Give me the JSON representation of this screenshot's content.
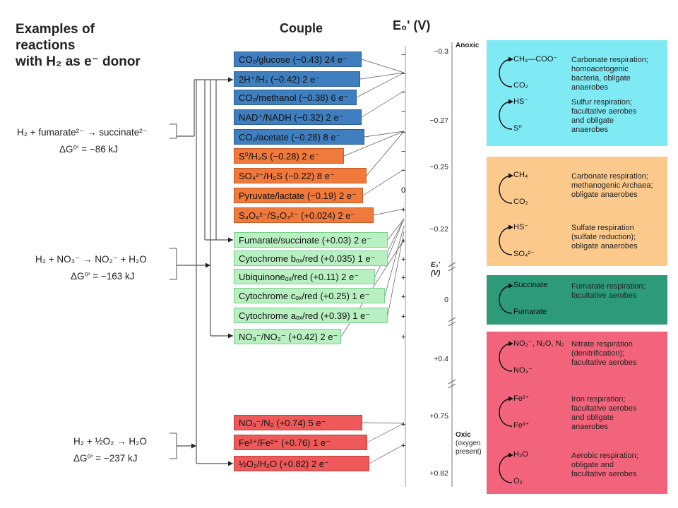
{
  "title": "Examples of\nreactions\nwith H₂ as e⁻ donor",
  "couple_header": "Couple",
  "e0_header": "E₀' (V)",
  "reactions": [
    {
      "eq": "H₂ + fumarate²⁻  →  succinate²⁻",
      "dg": "ΔG⁰' = −86 kJ"
    },
    {
      "eq": "H₂ + NO₃⁻  →  NO₂⁻ + H₂O",
      "dg": "ΔG⁰' = −163 kJ"
    },
    {
      "eq": "H₂ + ½O₂ → H₂O",
      "dg": "ΔG⁰' = −237 kJ"
    }
  ],
  "couples": [
    {
      "text": "CO₂/glucose (−0.43) 24 e⁻",
      "color": "blue"
    },
    {
      "text": "2H⁺/H₂ (−0.42) 2 e⁻",
      "color": "blue"
    },
    {
      "text": "CO₂/methanol (−0.38) 6 e⁻",
      "color": "blue"
    },
    {
      "text": "NAD⁺/NADH (−0.32) 2 e⁻",
      "color": "blue"
    },
    {
      "text": "CO₂/acetate (−0.28) 8 e⁻",
      "color": "blue"
    },
    {
      "text": "S⁰/H₂S (−0.28) 2 e⁻",
      "color": "orange"
    },
    {
      "text": "SO₄²⁻/H₂S (−0.22) 8 e⁻",
      "color": "orange"
    },
    {
      "text": "Pyruvate/lactate (−0.19) 2 e⁻",
      "color": "orange"
    },
    {
      "text": "S₄O₆²⁻/S₂O₃²⁻ (+0.024) 2 e⁻",
      "color": "orange"
    },
    {
      "text": "Fumarate/succinate (+0.03) 2 e⁻",
      "color": "lgreen"
    },
    {
      "text": "Cytochrome bₒₓ/red (+0.035) 1 e⁻",
      "color": "lgreen"
    },
    {
      "text": "Ubiquinoneₒₓ/red (+0.11) 2 e⁻",
      "color": "lgreen"
    },
    {
      "text": "Cytochrome cₒₓ/red (+0.25) 1 e⁻",
      "color": "lgreen"
    },
    {
      "text": "Cytochrome aₒₓ/red (+0.39) 1 e⁻",
      "color": "lgreen"
    },
    {
      "text": "NO₃⁻/NO₂⁻ (+0.42) 2 e⁻",
      "color": "lgreen"
    },
    {
      "text": "NO₃⁻/N₂ (+0.74) 5 e⁻",
      "color": "red"
    },
    {
      "text": "Fe³⁺/Fe²⁺ (+0.76) 1 e⁻",
      "color": "red"
    },
    {
      "text": "½O₂/H₂O (+0.82) 2 e⁻",
      "color": "red"
    }
  ],
  "axis_ticks": [
    "−",
    "−",
    "−",
    "−",
    "−",
    "−",
    "−",
    "0",
    "+",
    "+",
    "+",
    "+",
    "+",
    "+",
    "+",
    "+",
    "+"
  ],
  "scale_values": [
    "−0.3",
    "−0.27",
    "−0.25",
    "−0.22",
    "0",
    "+0.4",
    "+0.75",
    "+0.82"
  ],
  "scale_e0_label": "E₀'\n(V)",
  "anoxic_label": "Anoxic",
  "oxic_label": "Oxic",
  "oxic_sub": "(oxygen\npresent)",
  "panels": [
    {
      "color": "#7fe9f4",
      "items": [
        {
          "top_mol": "CH₃—COO⁻",
          "bottom_mol": "CO₂",
          "desc": "Carbonate respiration;\nhomoacetogenic\nbacteria, obligate\nanaerobes"
        },
        {
          "top_mol": "HS⁻",
          "bottom_mol": "S⁰",
          "desc": "Sulfur respiration;\nfacultative aerobes\nand obligate\nanaerobes"
        }
      ]
    },
    {
      "color": "#fbc98c",
      "items": [
        {
          "top_mol": "CH₄",
          "bottom_mol": "CO₂",
          "desc": "Carbonate respiration;\nmethanogenic Archaea;\nobligate anaerobes"
        },
        {
          "top_mol": "HS⁻",
          "bottom_mol": "SO₄²⁻",
          "desc": "Sulfate respiration\n(sulfate reduction);\nobligate anaerobes"
        }
      ]
    },
    {
      "color": "#2d9b7a",
      "items": [
        {
          "top_mol": "Succinate",
          "bottom_mol": "Fumarate",
          "desc": "Fumarate respiration;\nfacultative aerobes"
        }
      ]
    },
    {
      "color": "#f2647b",
      "items": [
        {
          "top_mol": "NO₂⁻, N₂O, N₂",
          "bottom_mol": "NO₃⁻",
          "desc": "Nitrate respiration\n(denitrification);\nfacultative aerobes"
        },
        {
          "top_mol": "Fe²⁺",
          "bottom_mol": "Fe³⁺",
          "desc": "Iron respiration;\nfacultative aerobes\nand obligate\nanaerobes"
        },
        {
          "top_mol": "H₂O",
          "bottom_mol": "O₂",
          "desc": "Aerobic respiration;\nobligate and\nfacultative aerobes"
        }
      ]
    }
  ]
}
